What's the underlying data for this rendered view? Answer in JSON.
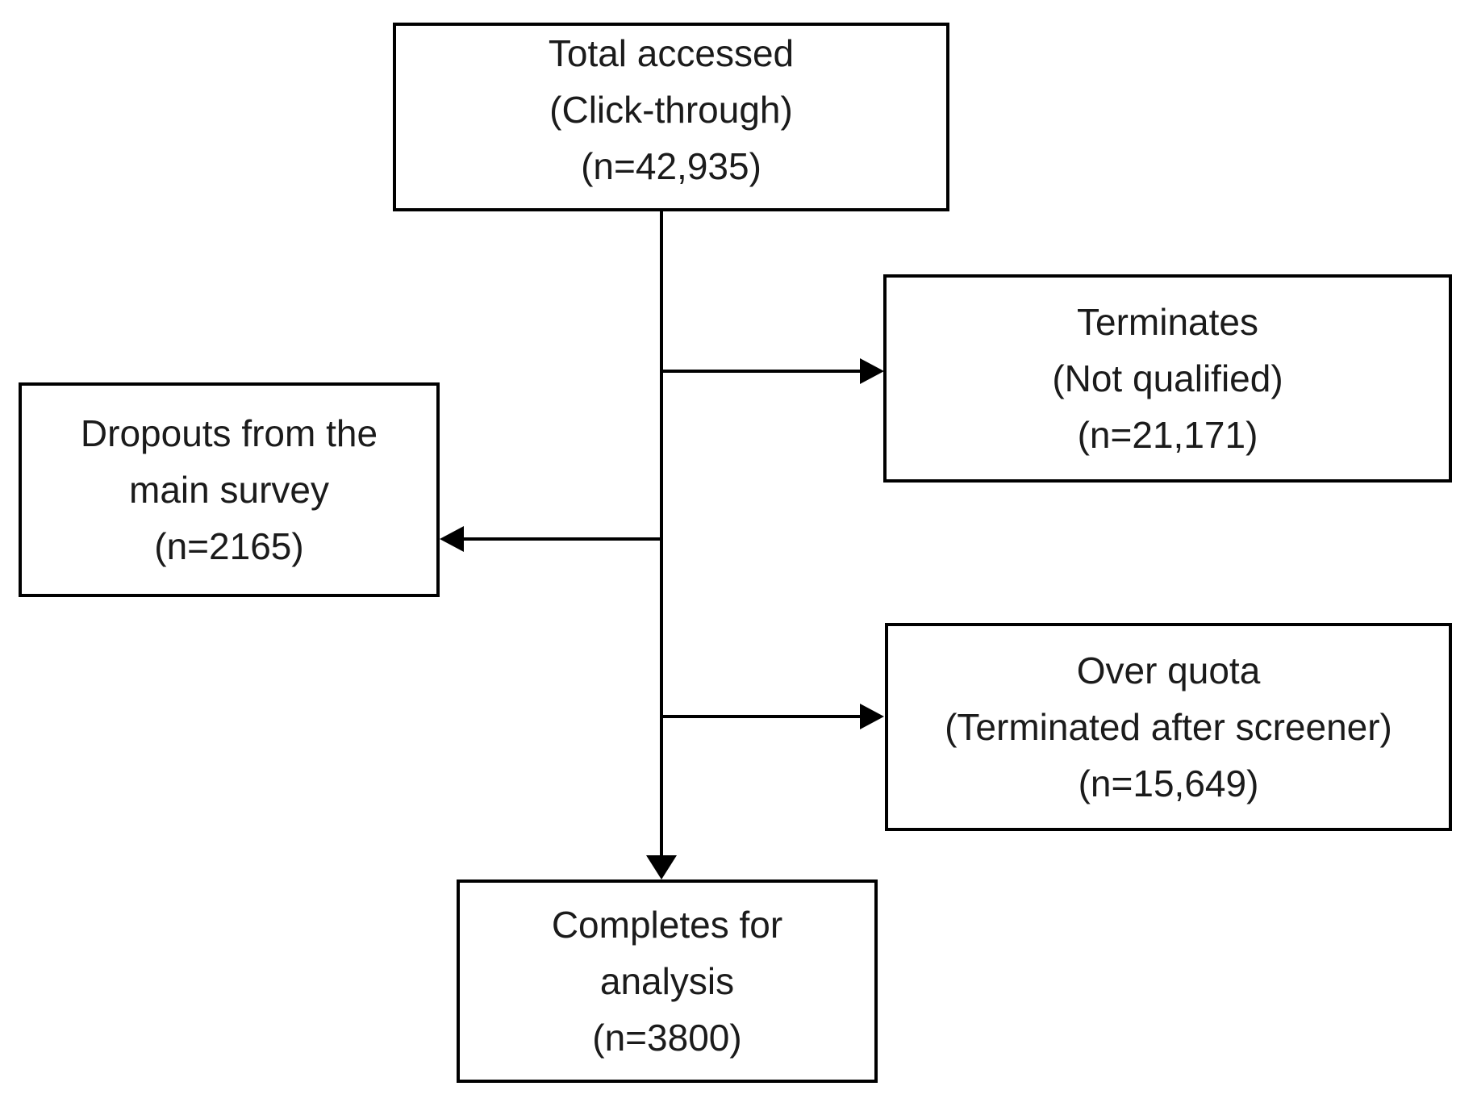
{
  "diagram": {
    "type": "flowchart",
    "background_color": "#ffffff",
    "box_border_color": "#000000",
    "text_color": "#1b1b1b",
    "connector_color": "#000000",
    "nodes": [
      {
        "id": "total-accessed",
        "lines": [
          "Total accessed",
          "(Click-through)",
          "(n=42,935)"
        ],
        "n": 42935
      },
      {
        "id": "terminates",
        "lines": [
          "Terminates",
          "(Not qualified)",
          "(n=21,171)"
        ],
        "n": 21171
      },
      {
        "id": "dropouts-main-survey",
        "lines": [
          "Dropouts from the",
          "main survey",
          "(n=2165)"
        ],
        "n": 2165
      },
      {
        "id": "over-quota",
        "lines": [
          "Over quota",
          "(Terminated after screener)",
          "(n=15,649)"
        ],
        "n": 15649
      },
      {
        "id": "completes-for-analysis",
        "lines": [
          "Completes for",
          "analysis",
          "(n=3800)"
        ],
        "n": 3800
      }
    ],
    "edges": [
      {
        "from": "total-accessed",
        "to": "terminates",
        "direction": "right"
      },
      {
        "from": "total-accessed",
        "to": "dropouts-main-survey",
        "direction": "left"
      },
      {
        "from": "total-accessed",
        "to": "over-quota",
        "direction": "right"
      },
      {
        "from": "total-accessed",
        "to": "completes-for-analysis",
        "direction": "down"
      }
    ]
  }
}
